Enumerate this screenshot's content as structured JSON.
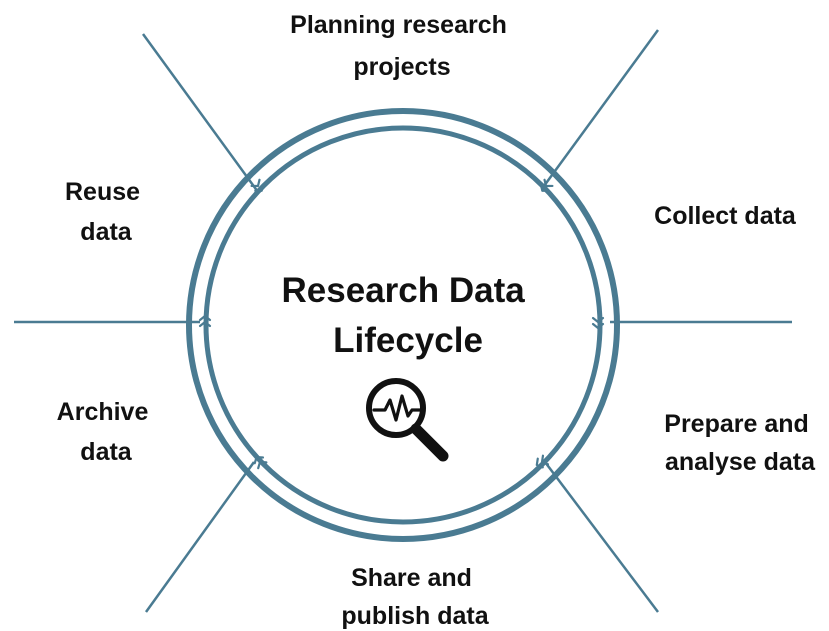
{
  "title": [
    "Research Data",
    "Lifecycle"
  ],
  "center_icon": "magnifier-heartbeat-icon",
  "stages": [
    {
      "lines": [
        "Planning research",
        "projects"
      ]
    },
    {
      "lines": [
        "Collect data"
      ]
    },
    {
      "lines": [
        "Prepare and",
        "analyse data"
      ]
    },
    {
      "lines": [
        "Share and",
        "publish data"
      ]
    },
    {
      "lines": [
        "Archive",
        "data"
      ]
    },
    {
      "lines": [
        "Reuse",
        "data"
      ]
    }
  ],
  "colors": {
    "ring": "#4a7b92",
    "text": "#111111",
    "background": "#ffffff"
  }
}
